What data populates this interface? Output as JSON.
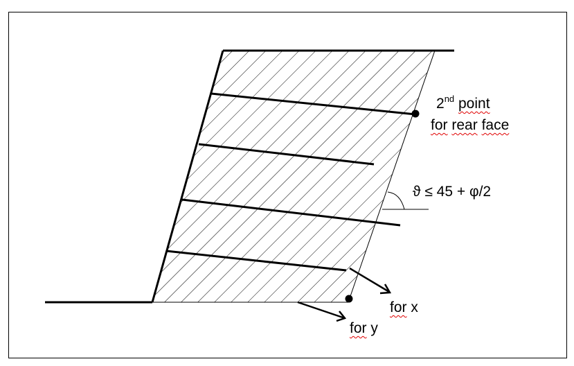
{
  "labels": {
    "second_point_num": "2",
    "second_point_sup": "nd",
    "second_point_word": "point",
    "rear_face_line": [
      "for",
      "rear",
      "face"
    ],
    "angle_condition": "ϑ ≤ 45 + φ/2",
    "for_x": [
      "for",
      "x"
    ],
    "for_y": [
      "for",
      "y"
    ]
  },
  "colors": {
    "line": "#000000",
    "spellcheck_underline": "#e00000"
  }
}
